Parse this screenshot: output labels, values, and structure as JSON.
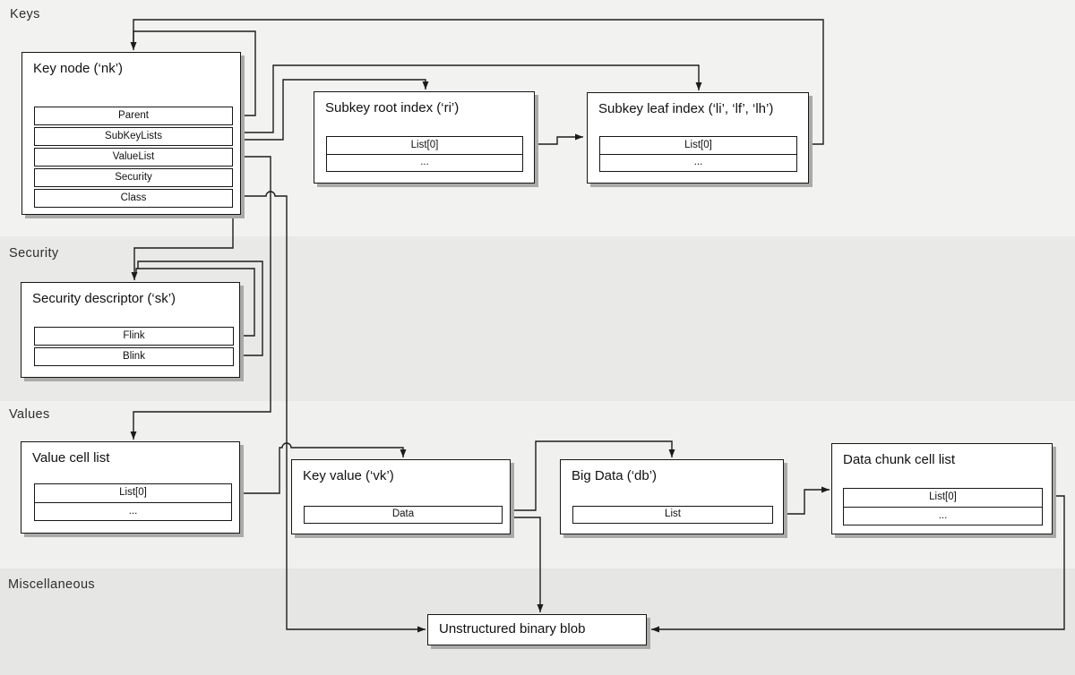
{
  "sections": {
    "keys": {
      "label": "Keys"
    },
    "security": {
      "label": "Security"
    },
    "values": {
      "label": "Values"
    },
    "misc": {
      "label": "Miscellaneous"
    }
  },
  "boxes": {
    "key_node": {
      "title": "Key node (‘nk’)",
      "fields": [
        "Parent",
        "SubKeyLists",
        "ValueList",
        "Security",
        "Class"
      ]
    },
    "subkey_root_index": {
      "title": "Subkey root index (‘ri’)",
      "fields": [
        "List[0]",
        "..."
      ]
    },
    "subkey_leaf_index": {
      "title": "Subkey leaf index (‘li’, ‘lf’, ‘lh’)",
      "fields": [
        "List[0]",
        "..."
      ]
    },
    "security_descriptor": {
      "title": "Security descriptor (‘sk’)",
      "fields": [
        "Flink",
        "Blink"
      ]
    },
    "value_cell_list": {
      "title": "Value cell list",
      "fields": [
        "List[0]",
        "..."
      ]
    },
    "key_value": {
      "title": "Key value (‘vk’)",
      "fields": [
        "Data"
      ]
    },
    "big_data": {
      "title": "Big Data (‘db’)",
      "fields": [
        "List"
      ]
    },
    "data_chunk_cell_list": {
      "title": "Data chunk cell list",
      "fields": [
        "List[0]",
        "..."
      ]
    },
    "unstructured_blob": {
      "title": "Unstructured binary blob"
    }
  },
  "edges": [
    {
      "from": "key-node.Parent",
      "to": "key-node"
    },
    {
      "from": "key-node.SubKeyLists",
      "to": "subkey-root-index"
    },
    {
      "from": "key-node.SubKeyLists",
      "to": "subkey-leaf-index"
    },
    {
      "from": "subkey-root-index.List[0]",
      "to": "subkey-leaf-index"
    },
    {
      "from": "subkey-leaf-index.List[0]",
      "to": "key-node"
    },
    {
      "from": "key-node.Security",
      "to": "security-descriptor"
    },
    {
      "from": "security-descriptor.Flink",
      "to": "security-descriptor"
    },
    {
      "from": "security-descriptor.Blink",
      "to": "security-descriptor"
    },
    {
      "from": "key-node.ValueList",
      "to": "value-cell-list"
    },
    {
      "from": "key-node.Class",
      "to": "unstructured-binary-blob"
    },
    {
      "from": "value-cell-list.List[0]",
      "to": "key-value"
    },
    {
      "from": "key-value.Data",
      "to": "big-data"
    },
    {
      "from": "key-value.Data",
      "to": "unstructured-binary-blob"
    },
    {
      "from": "big-data.List",
      "to": "data-chunk-cell-list"
    },
    {
      "from": "data-chunk-cell-list.List[0]",
      "to": "unstructured-binary-blob"
    }
  ],
  "colors": {
    "band_keys": "#f2f2f1",
    "band_security": "#e9e9e8",
    "band_values": "#f0f0ef",
    "band_misc": "#e6e6e5",
    "shadow": "#aaaaa9",
    "wire": "#1c1c1c"
  }
}
